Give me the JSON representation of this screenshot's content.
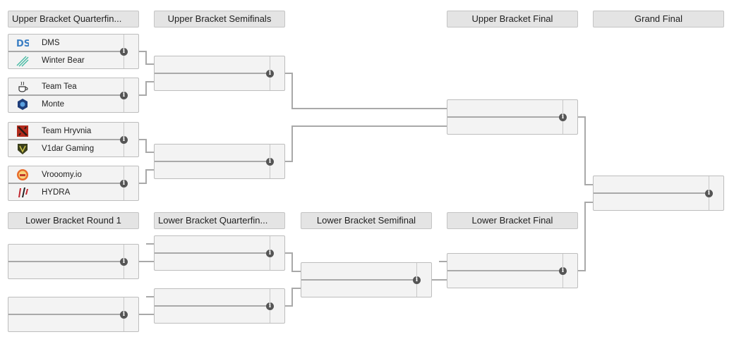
{
  "headers": {
    "ub_qf": "Upper Bracket Quarterfin...",
    "ub_sf": "Upper Bracket Semifinals",
    "ub_final": "Upper Bracket Final",
    "grand_final": "Grand Final",
    "lb_r1": "Lower Bracket Round 1",
    "lb_qf": "Lower Bracket Quarterfin...",
    "lb_sf": "Lower Bracket Semifinal",
    "lb_final": "Lower Bracket Final"
  },
  "upper_quarterfinals": [
    {
      "team1": "DMS",
      "team2": "Winter Bear"
    },
    {
      "team1": "Team Tea",
      "team2": "Monte"
    },
    {
      "team1": "Team Hryvnia",
      "team2": "V1dar Gaming"
    },
    {
      "team1": "Vrooomy.io",
      "team2": "HYDRA"
    }
  ],
  "info_icon": "i",
  "colors": {
    "header_bg": "#e4e4e4",
    "match_bg": "#f3f3f3",
    "connector": "#a9a9a9",
    "info_icon": "#555555"
  }
}
